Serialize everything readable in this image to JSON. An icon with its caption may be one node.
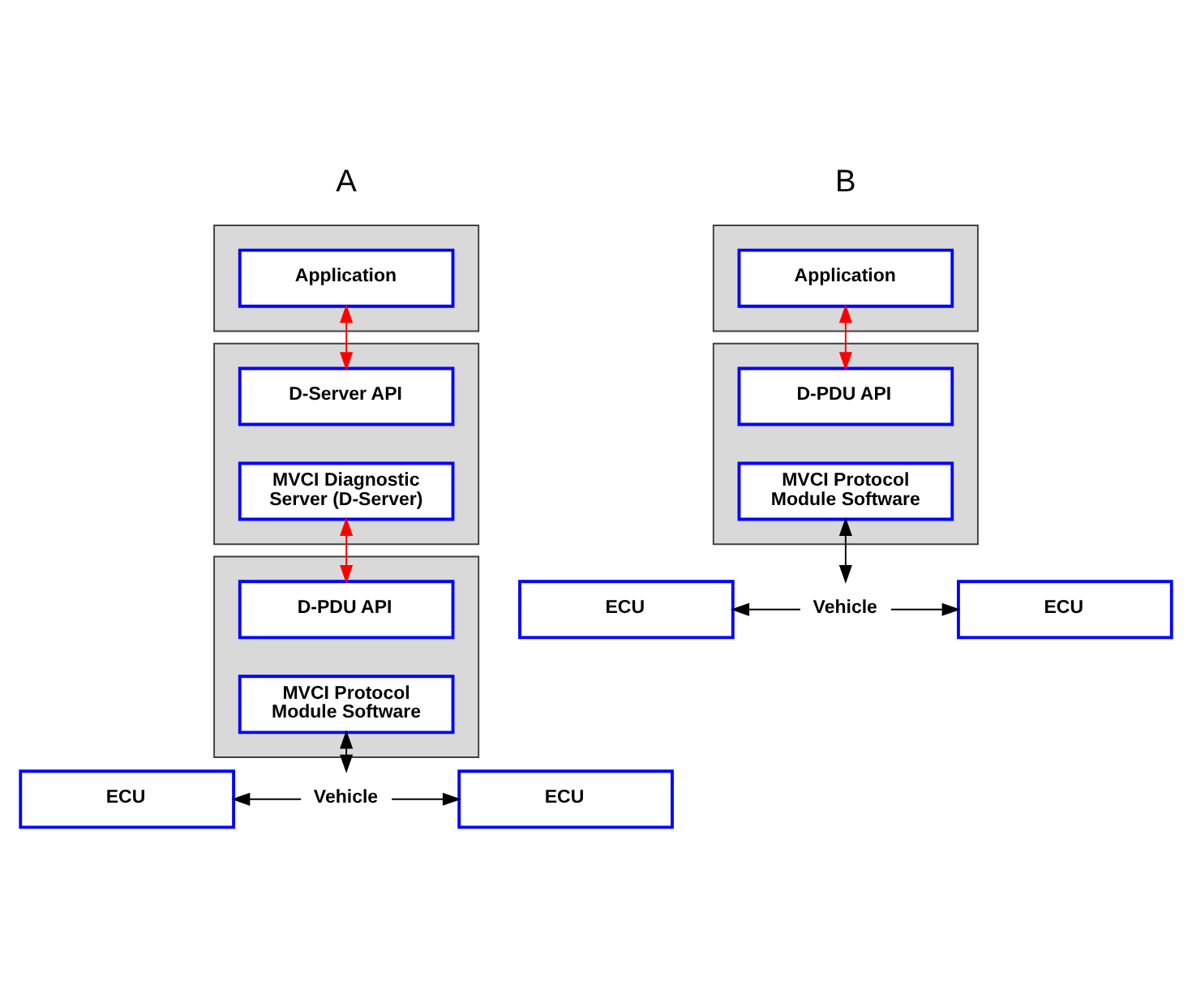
{
  "diagram": {
    "nodes": [
      {
        "text": [],
        "shape": "box"
      },
      {
        "text": [
          "Application"
        ],
        "in": 0
      },
      {
        "text": [],
        "shape": "box"
      },
      {
        "text": [
          "D-Server API"
        ],
        "in": 2
      },
      {
        "text": [
          "MVCI Diagnostic Server (D-Server)"
        ],
        "in": 2
      },
      {
        "text": [],
        "shape": "box"
      },
      {
        "text": [
          "D-PDU API"
        ],
        "in": 5
      },
      {
        "text": [
          "MVCI Protocol Module Software"
        ],
        "in": 5
      },
      {
        "text": [
          "ECU"
        ]
      },
      {
        "text": [
          "Vehicle"
        ]
      },
      {
        "text": [
          "ECU"
        ]
      },
      {
        "text": [],
        "shape": "box"
      },
      {
        "text": [
          "Application"
        ],
        "in": 11
      },
      {
        "text": [],
        "shape": "box"
      },
      {
        "text": [
          "D-PDU API"
        ],
        "in": 13
      },
      {
        "text": [
          "MVCI Protocol Module Software"
        ],
        "in": 13
      },
      {
        "text": [
          "ECU"
        ]
      },
      {
        "text": [
          "Vehicle"
        ]
      },
      {
        "text": [
          "ECU"
        ]
      }
    ],
    "edges": [
      {
        "from": 1,
        "to": 3,
        "arrow": "both",
        "color": "#ff0000"
      },
      {
        "from": 4,
        "to": 6,
        "arrow": "both",
        "color": "#ff0000"
      },
      {
        "from": 7,
        "to": 9,
        "arrow": "both"
      },
      {
        "from": 9,
        "to": 8,
        "arrow": "to"
      },
      {
        "from": 9,
        "to": 10,
        "arrow": "to"
      },
      {
        "from": 12,
        "to": 14,
        "arrow": "both",
        "color": "#ff0000"
      },
      {
        "from": 15,
        "to": 17,
        "arrow": "both"
      },
      {
        "from": 17,
        "to": 16,
        "arrow": "to"
      },
      {
        "from": 17,
        "to": 18,
        "arrow": "to"
      }
    ],
    "labels": [
      "A",
      "B"
    ]
  }
}
